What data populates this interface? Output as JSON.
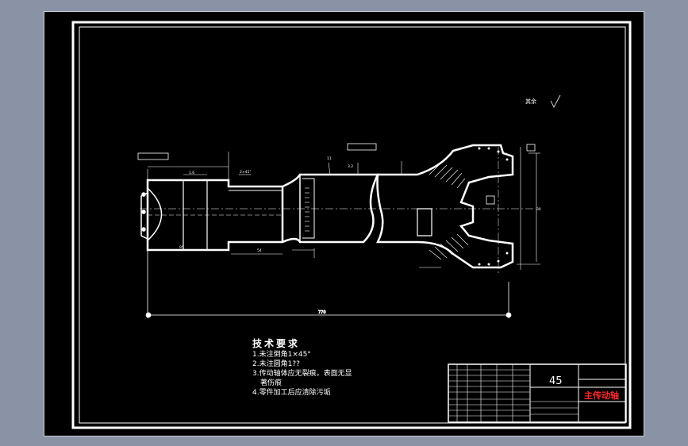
{
  "drawing": {
    "roughness_note": "其余",
    "tech_requirements": {
      "title": "技术要求",
      "items": [
        "1.未注倒角1×45°",
        "2.未注圆角1??",
        "3.传动轴体应无裂痕，表面无显",
        "著伤痕",
        "4.零件加工后应清除污垢"
      ]
    },
    "title_block": {
      "material": "45",
      "part_name": "主传动轴"
    }
  },
  "colors": {
    "background": "#8a93a6",
    "paper": "#000000",
    "lines": "#ffffff",
    "accent": "#ff2a2a"
  }
}
